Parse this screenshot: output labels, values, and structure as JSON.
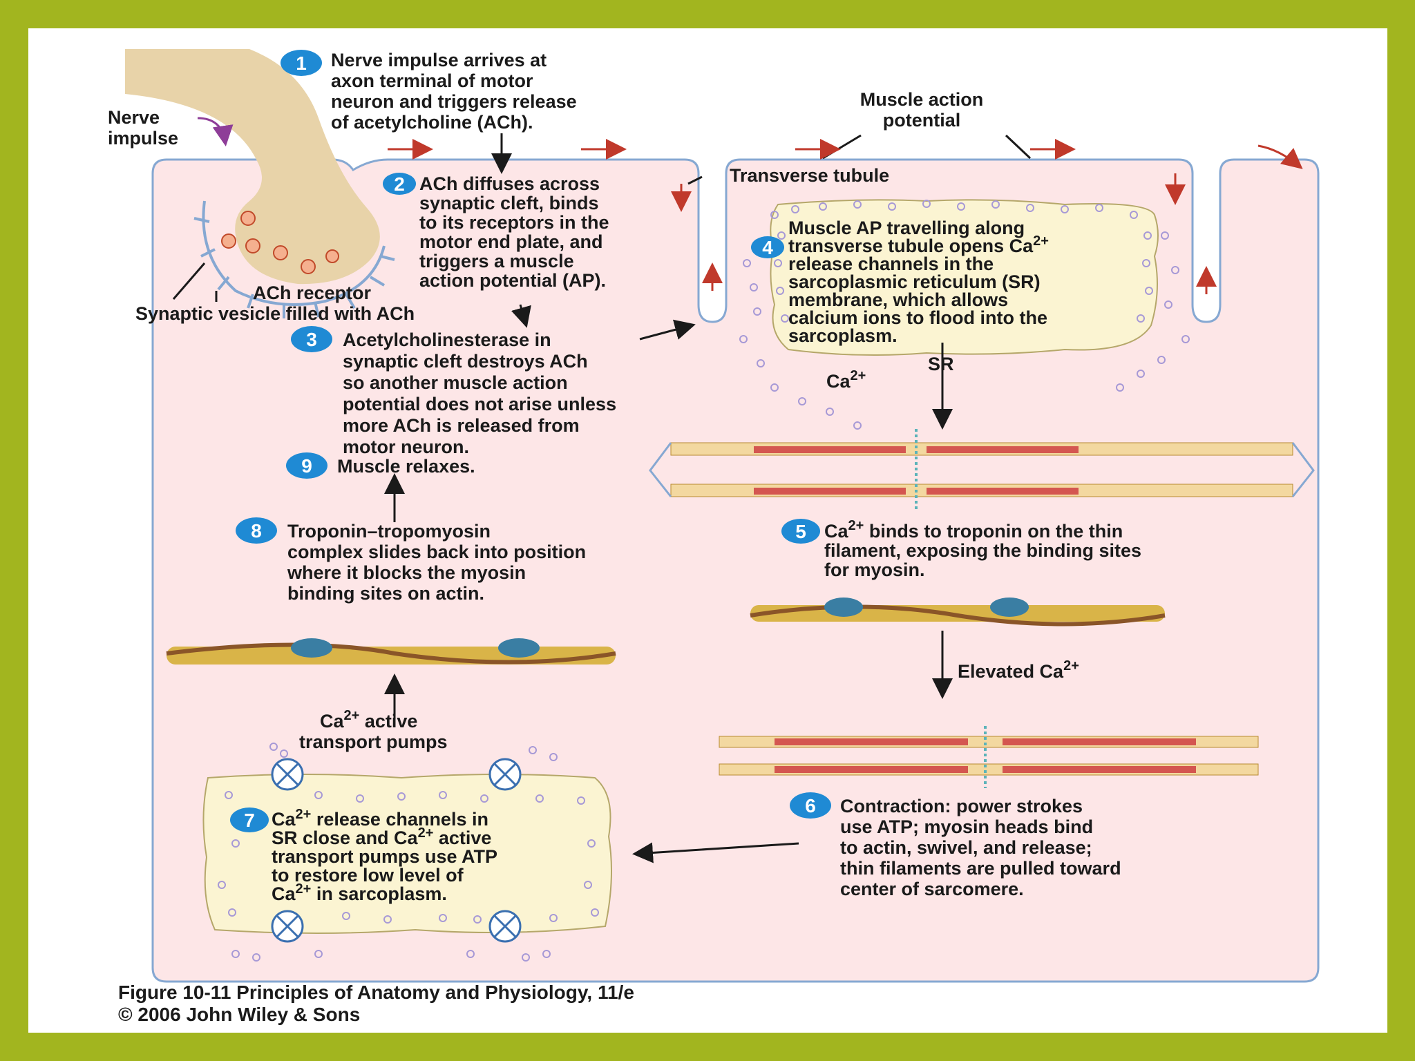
{
  "colors": {
    "border": "#a2b51f",
    "cell": "#fde6e7",
    "membrane": "#86a8d2",
    "neuron": "#e8d3a9",
    "sr": "#fbf4d2",
    "badge": "#1f8ad4",
    "arrow_red": "#c0392b",
    "calcium": "#a799d6"
  },
  "labels": {
    "nerve_impulse": [
      "Nerve",
      "impulse"
    ],
    "muscle_ap": [
      "Muscle action",
      "potential"
    ],
    "transverse_tubule": "Transverse tubule",
    "ach_receptor": "ACh receptor",
    "synaptic_vesicle": "Synaptic vesicle filled with ACh",
    "ca_ion": "Ca",
    "ca_ion_sup": "2+",
    "sr": "SR",
    "elevated_ca": "Elevated Ca",
    "elevated_ca_sup": "2+",
    "pumps_line1": "Ca",
    "pumps_line1_sup": "2+",
    "pumps_line1_rest": " active",
    "pumps_line2": "transport pumps"
  },
  "steps": [
    {
      "number": "1",
      "lines": [
        "Nerve impulse arrives at",
        "axon terminal of motor",
        "neuron and triggers release",
        "of acetylcholine (ACh)."
      ]
    },
    {
      "number": "2",
      "lines": [
        "ACh diffuses across",
        "synaptic cleft, binds",
        "to its receptors in the",
        "motor end plate, and",
        "triggers a muscle",
        "action potential (AP)."
      ]
    },
    {
      "number": "3",
      "lines": [
        "Acetylcholinesterase in",
        "synaptic cleft destroys ACh",
        "so another muscle action",
        "potential does not arise unless",
        "more ACh is released from",
        "motor neuron."
      ]
    },
    {
      "number": "4",
      "lines": [
        "Muscle AP travelling along",
        "transverse tubule opens Ca",
        "release channels in the",
        "sarcoplasmic reticulum (SR)",
        "membrane, which allows",
        "calcium ions to flood into the",
        "sarcoplasm."
      ],
      "sup_line": 1,
      "sup": "2+"
    },
    {
      "number": "5",
      "lines": [
        "Ca",
        "filament, exposing the binding sites",
        "for myosin."
      ],
      "first_rest": " binds to troponin on the thin",
      "sup": "2+"
    },
    {
      "number": "6",
      "lines": [
        "Contraction: power strokes",
        "use ATP; myosin heads bind",
        "to actin, swivel, and release;",
        "thin filaments are pulled toward",
        "center of sarcomere."
      ]
    },
    {
      "number": "7",
      "l1a": "Ca",
      "l1b": " release channels in",
      "l2a": "SR close and Ca",
      "l2b": " active",
      "l3": "transport pumps use ATP",
      "l4": "to restore low level of",
      "l5a": "Ca",
      "l5b": " in sarcoplasm.",
      "sup": "2+"
    },
    {
      "number": "8",
      "lines": [
        "Troponin–tropomyosin",
        "complex slides back into position",
        "where it blocks the myosin",
        "binding sites on actin."
      ]
    },
    {
      "number": "9",
      "lines": [
        "Muscle relaxes."
      ]
    }
  ],
  "caption": {
    "line1": "Figure 10-11  Principles of Anatomy and Physiology, 11/e",
    "line2": "© 2006 John Wiley & Sons"
  }
}
